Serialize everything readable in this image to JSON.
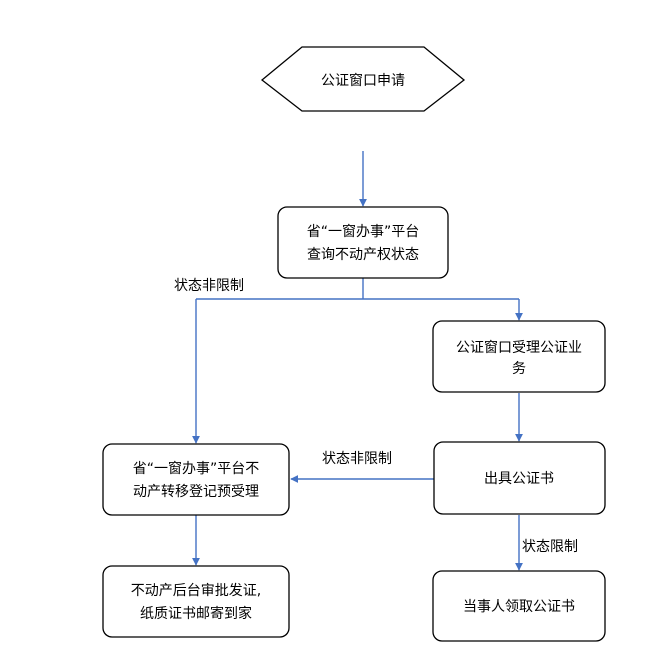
{
  "colors": {
    "arrow": "#4472C4",
    "box_border": "#000000",
    "text": "#000000",
    "background": "#ffffff"
  },
  "nodes": {
    "start": {
      "text": "公证窗口申请"
    },
    "query": {
      "line1": "省“一窗办事”平台",
      "line2": "查询不动产权状态"
    },
    "accept": {
      "line1": "公证窗口受理公证业",
      "line2": "务"
    },
    "issue": {
      "text": "出具公证书"
    },
    "prereg": {
      "line1": "省“一窗办事”平台不",
      "line2": "动产转移登记预受理"
    },
    "approve": {
      "line1": "不动产后台审批发证,",
      "line2": "纸质证书邮寄到家"
    },
    "collect": {
      "text": "当事人领取公证书"
    }
  },
  "edge_labels": {
    "query_to_prereg": "状态非限制",
    "issue_to_prereg": "状态非限制",
    "issue_to_collect": "状态限制"
  }
}
